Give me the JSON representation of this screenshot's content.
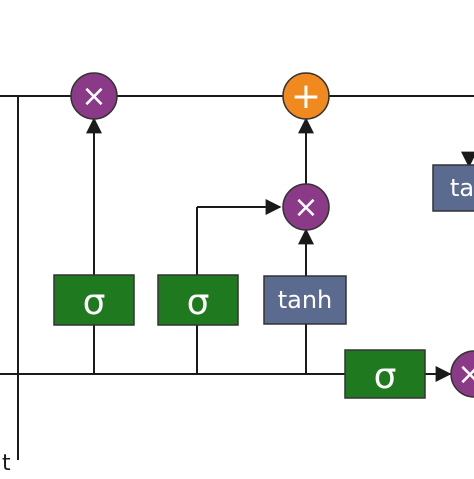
{
  "diagram": {
    "colors": {
      "line": "#1a1a1a",
      "sigma_gate": "#1f7a1f",
      "tanh_box": "#5a6b8f",
      "multiply_node": "#8a3a86",
      "add_node": "#f08a1e",
      "box_border": "#333333",
      "text_on_dark": "#ffffff"
    },
    "gates": [
      {
        "id": "forget",
        "label": "σ"
      },
      {
        "id": "input",
        "label": "σ"
      },
      {
        "id": "output",
        "label": "σ"
      }
    ],
    "tanh_boxes": [
      {
        "id": "candidate",
        "label": "tanh"
      },
      {
        "id": "cell-output",
        "label": "ta"
      }
    ],
    "operators": {
      "multiply": "×",
      "add": "+"
    },
    "fragment_label": "t"
  }
}
